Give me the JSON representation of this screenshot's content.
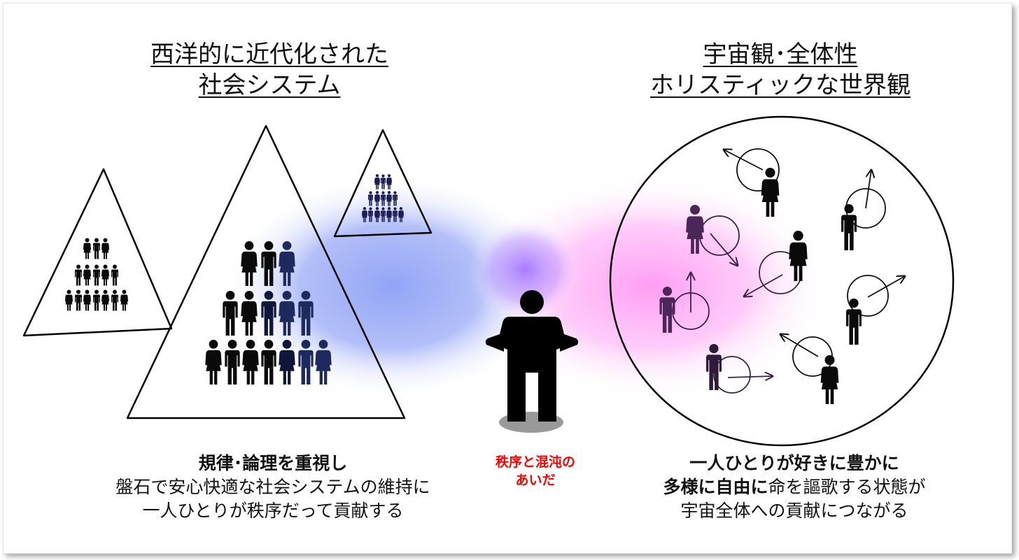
{
  "left": {
    "title_line1": "西洋的に近代化された",
    "title_line2": "社会システム",
    "caption_line1": "規律･論理を重視し",
    "caption_line2": "盤石で安心快適な社会システムの維持に",
    "caption_line3": "一人ひとりが秩序だって貢献する"
  },
  "right": {
    "title_line1": "宇宙観･全体性",
    "title_line2": "ホリスティックな世界観",
    "caption_line1_bold_a": "一人ひとりが好きに豊かに",
    "caption_line2_bold_a": "多様に自由に",
    "caption_line2_rest": "命を謳歌する状態が",
    "caption_line3": "宇宙全体への貢献につながる"
  },
  "center": {
    "label_line1": "秩序と混沌の",
    "label_line2": "あいだ"
  },
  "colors": {
    "order_glow": "#9aaaf6",
    "chaos_glow": "#ff9ef6",
    "center_label": "#ff0000",
    "figure_purple": "#3c2148"
  },
  "icons": [
    "person-icon",
    "person-female-icon",
    "spin-circle-arrow-icon",
    "mountain-triangle-icon"
  ]
}
